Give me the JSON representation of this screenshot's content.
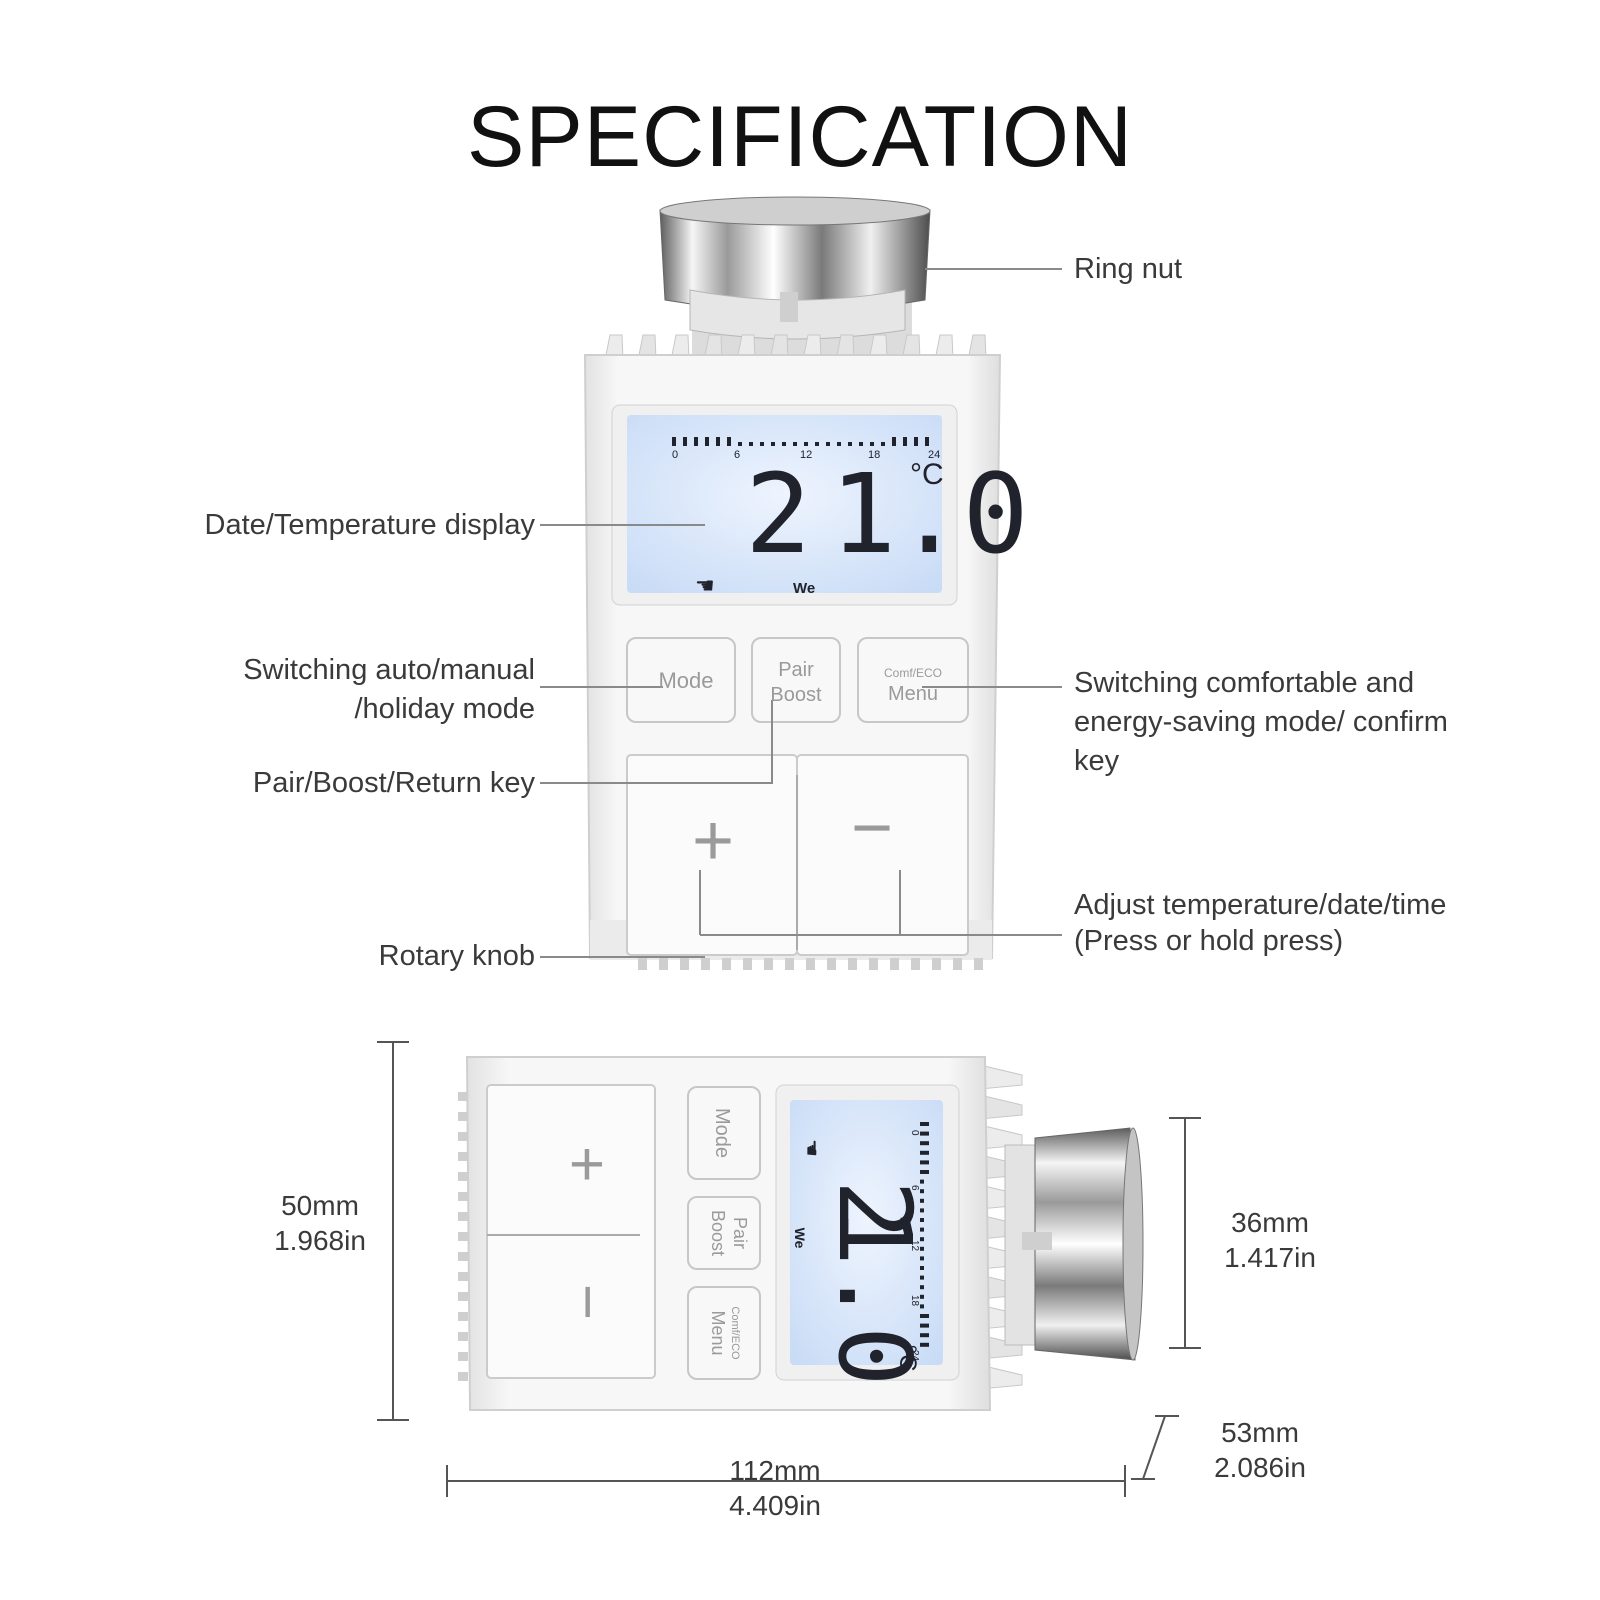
{
  "title": "SPECIFICATION",
  "labels": {
    "ring_nut": "Ring nut",
    "display": "Date/Temperature display",
    "mode_line1": "Switching auto/manual",
    "mode_line2": "/holiday mode",
    "pair_key": "Pair/Boost/Return key",
    "rotary_knob": "Rotary knob",
    "comfort_line1": "Switching comfortable and",
    "comfort_line2": "energy-saving mode/ confirm",
    "comfort_line3": "key",
    "adjust_line1": "Adjust temperature/date/time",
    "adjust_line2": "(Press or hold press)"
  },
  "device_front": {
    "lcd_temp_int": "2",
    "lcd_temp_dec": "1.0",
    "lcd_unit": "°C",
    "lcd_day": "We",
    "lcd_scale": [
      "0",
      "6",
      "12",
      "18",
      "24"
    ],
    "btn_mode": "Mode",
    "btn_pair_1": "Pair",
    "btn_pair_2": "Boost",
    "btn_comfort_1": "Comf/ECO",
    "btn_comfort_2": "Menu",
    "btn_plus": "+",
    "btn_minus": "−"
  },
  "device_side": {
    "btn_mode": "Mode",
    "btn_pair_1": "Pair",
    "btn_pair_2": "Boost",
    "btn_comfort_1": "Comf/ECO",
    "btn_comfort_2": "Menu",
    "btn_plus": "+",
    "btn_minus": "−",
    "lcd_temp_int": "2",
    "lcd_temp_dec": "1.0",
    "lcd_unit": "°C",
    "lcd_day": "We",
    "lcd_scale": [
      "0",
      "6",
      "12",
      "18",
      "24"
    ]
  },
  "dimensions": {
    "height_mm": "50mm",
    "height_in": "1.968in",
    "ring_mm": "36mm",
    "ring_in": "1.417in",
    "depth_mm": "53mm",
    "depth_in": "2.086in",
    "width_mm": "112mm",
    "width_in": "4.409in"
  },
  "colors": {
    "lcd": "#dbe8fa",
    "lcd_digits": "#20222c",
    "body": "#f4f4f4",
    "lines": "#888888"
  }
}
